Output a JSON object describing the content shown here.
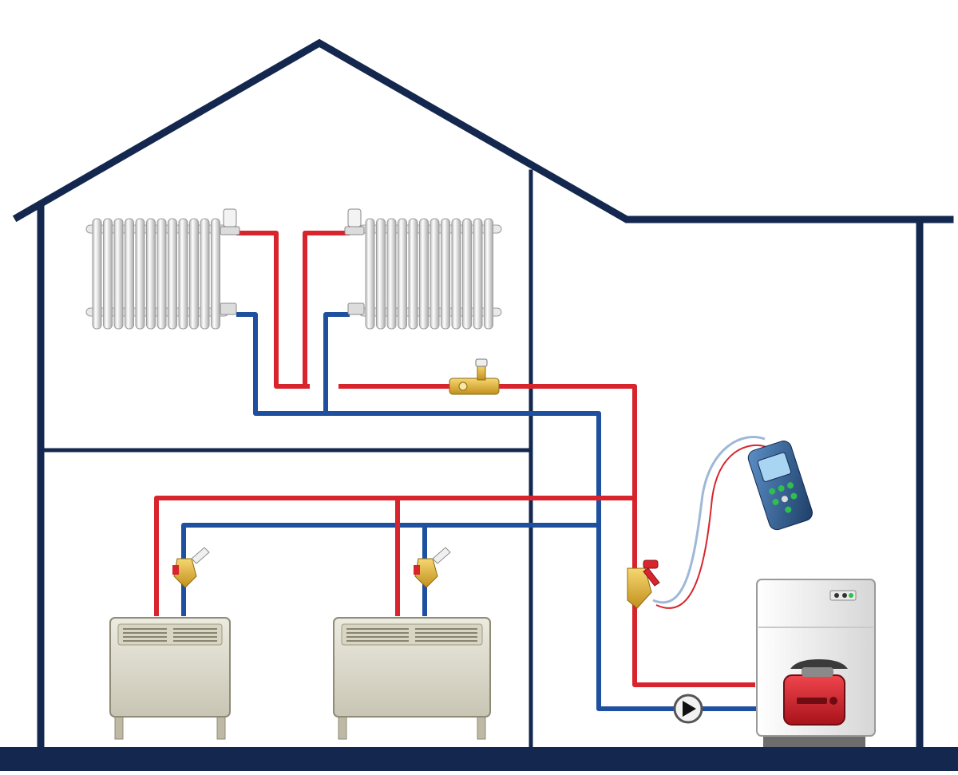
{
  "diagram": {
    "title": "",
    "colors": {
      "house_outline": "#14284f",
      "supply_pipe": "#d7242d",
      "return_pipe": "#1f4f9f",
      "radiator": "#e7e7e7",
      "convector": "#dcd9c8",
      "valve": "#e3b43a",
      "boiler_body": "#f1f1f1",
      "burner": "#d1202b",
      "meter": "#2a5c8f"
    },
    "components": {
      "radiators": [
        "column-radiator-left",
        "column-radiator-right"
      ],
      "convectors": [
        "panel-convector-left",
        "panel-convector-right"
      ],
      "valves": [
        "thermostatic-valve",
        "balancing-valve",
        "measuring-valve"
      ],
      "pump": "circulation-pump",
      "boiler": "heating-boiler",
      "meter": "flow-measuring-device"
    }
  }
}
